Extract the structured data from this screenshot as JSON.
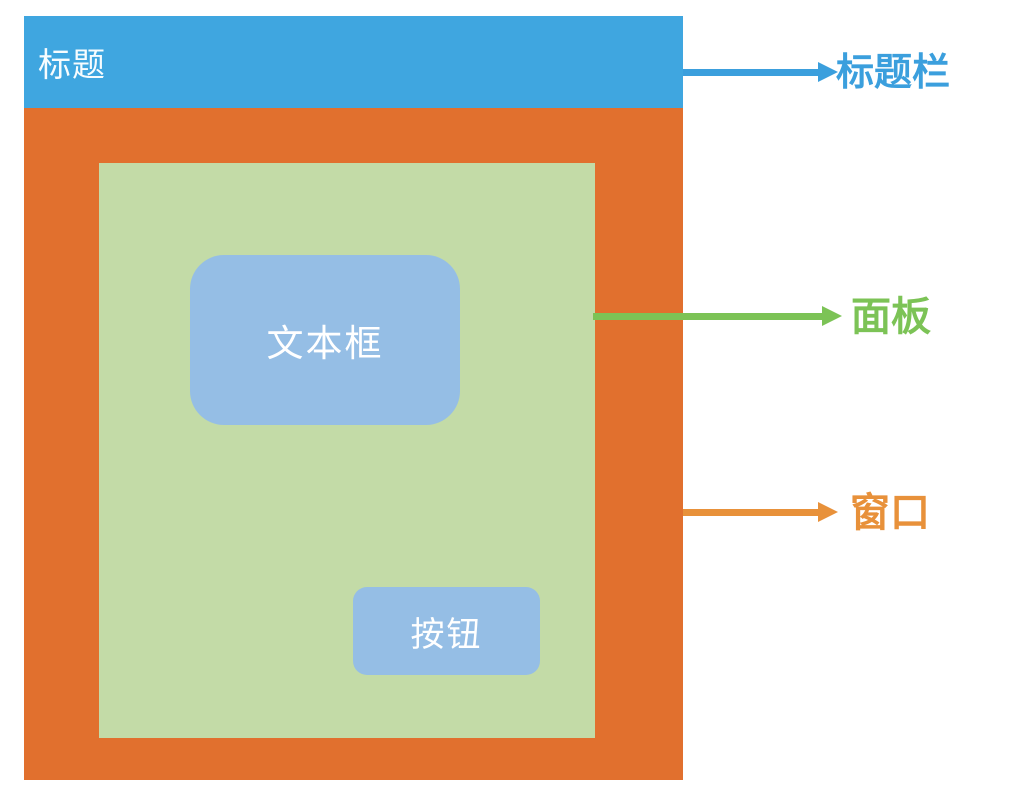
{
  "diagram": {
    "window": {
      "titlebar_text": "标题",
      "textbox_label": "文本框",
      "button_label": "按钮"
    },
    "annotations": {
      "titlebar": {
        "label": "标题栏",
        "color": "#3b9fdd"
      },
      "panel": {
        "label": "面板",
        "color": "#7cc356"
      },
      "window": {
        "label": "窗口",
        "color": "#e8913a"
      }
    },
    "colors": {
      "titlebar_bg": "#3fa6e0",
      "window_bg": "#e1702e",
      "panel_bg": "#c3dba7",
      "widget_bg": "#95bee5",
      "widget_text": "#ffffff",
      "background": "#ffffff"
    }
  }
}
